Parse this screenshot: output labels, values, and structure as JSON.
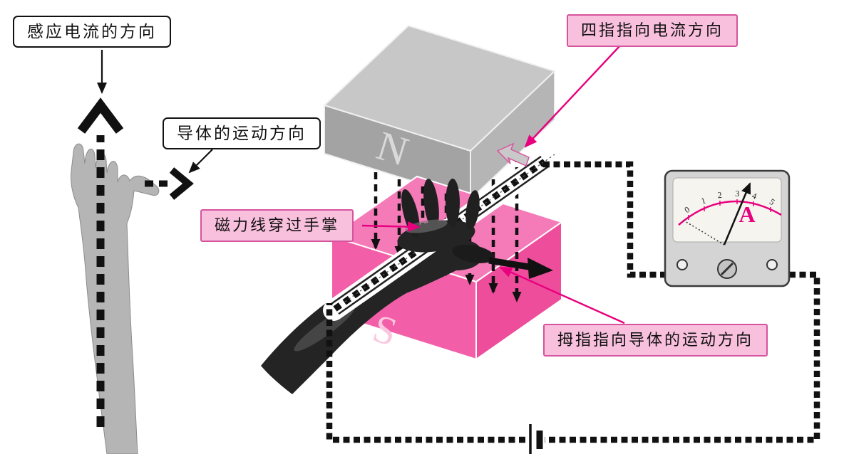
{
  "callouts": {
    "induced_current": "感应电流的方向",
    "conductor_motion": "导体的运动方向",
    "flux_through_palm": "磁力线穿过手掌",
    "fingers_current": "四指指向电流方向",
    "thumb_motion": "拇指指向导体的运动方向"
  },
  "magnets": {
    "north": "N",
    "south": "S"
  },
  "ammeter": {
    "unit": "A",
    "scale_ticks": [
      "0",
      "1",
      "2",
      "3",
      "4",
      "5"
    ]
  },
  "colors": {
    "magenta_accent": "#e8007e",
    "callout_pink_bg": "#f9c0de",
    "magnet_gray_top": "#c7c7c7",
    "magnet_gray_front": "#a3a3a3",
    "magnet_gray_side": "#b5b5b5",
    "magnet_pink_top": "#f47ab8",
    "magnet_pink_front": "#f25fa8",
    "magnet_pink_side": "#ee4d9b",
    "wire_black": "#111111"
  }
}
